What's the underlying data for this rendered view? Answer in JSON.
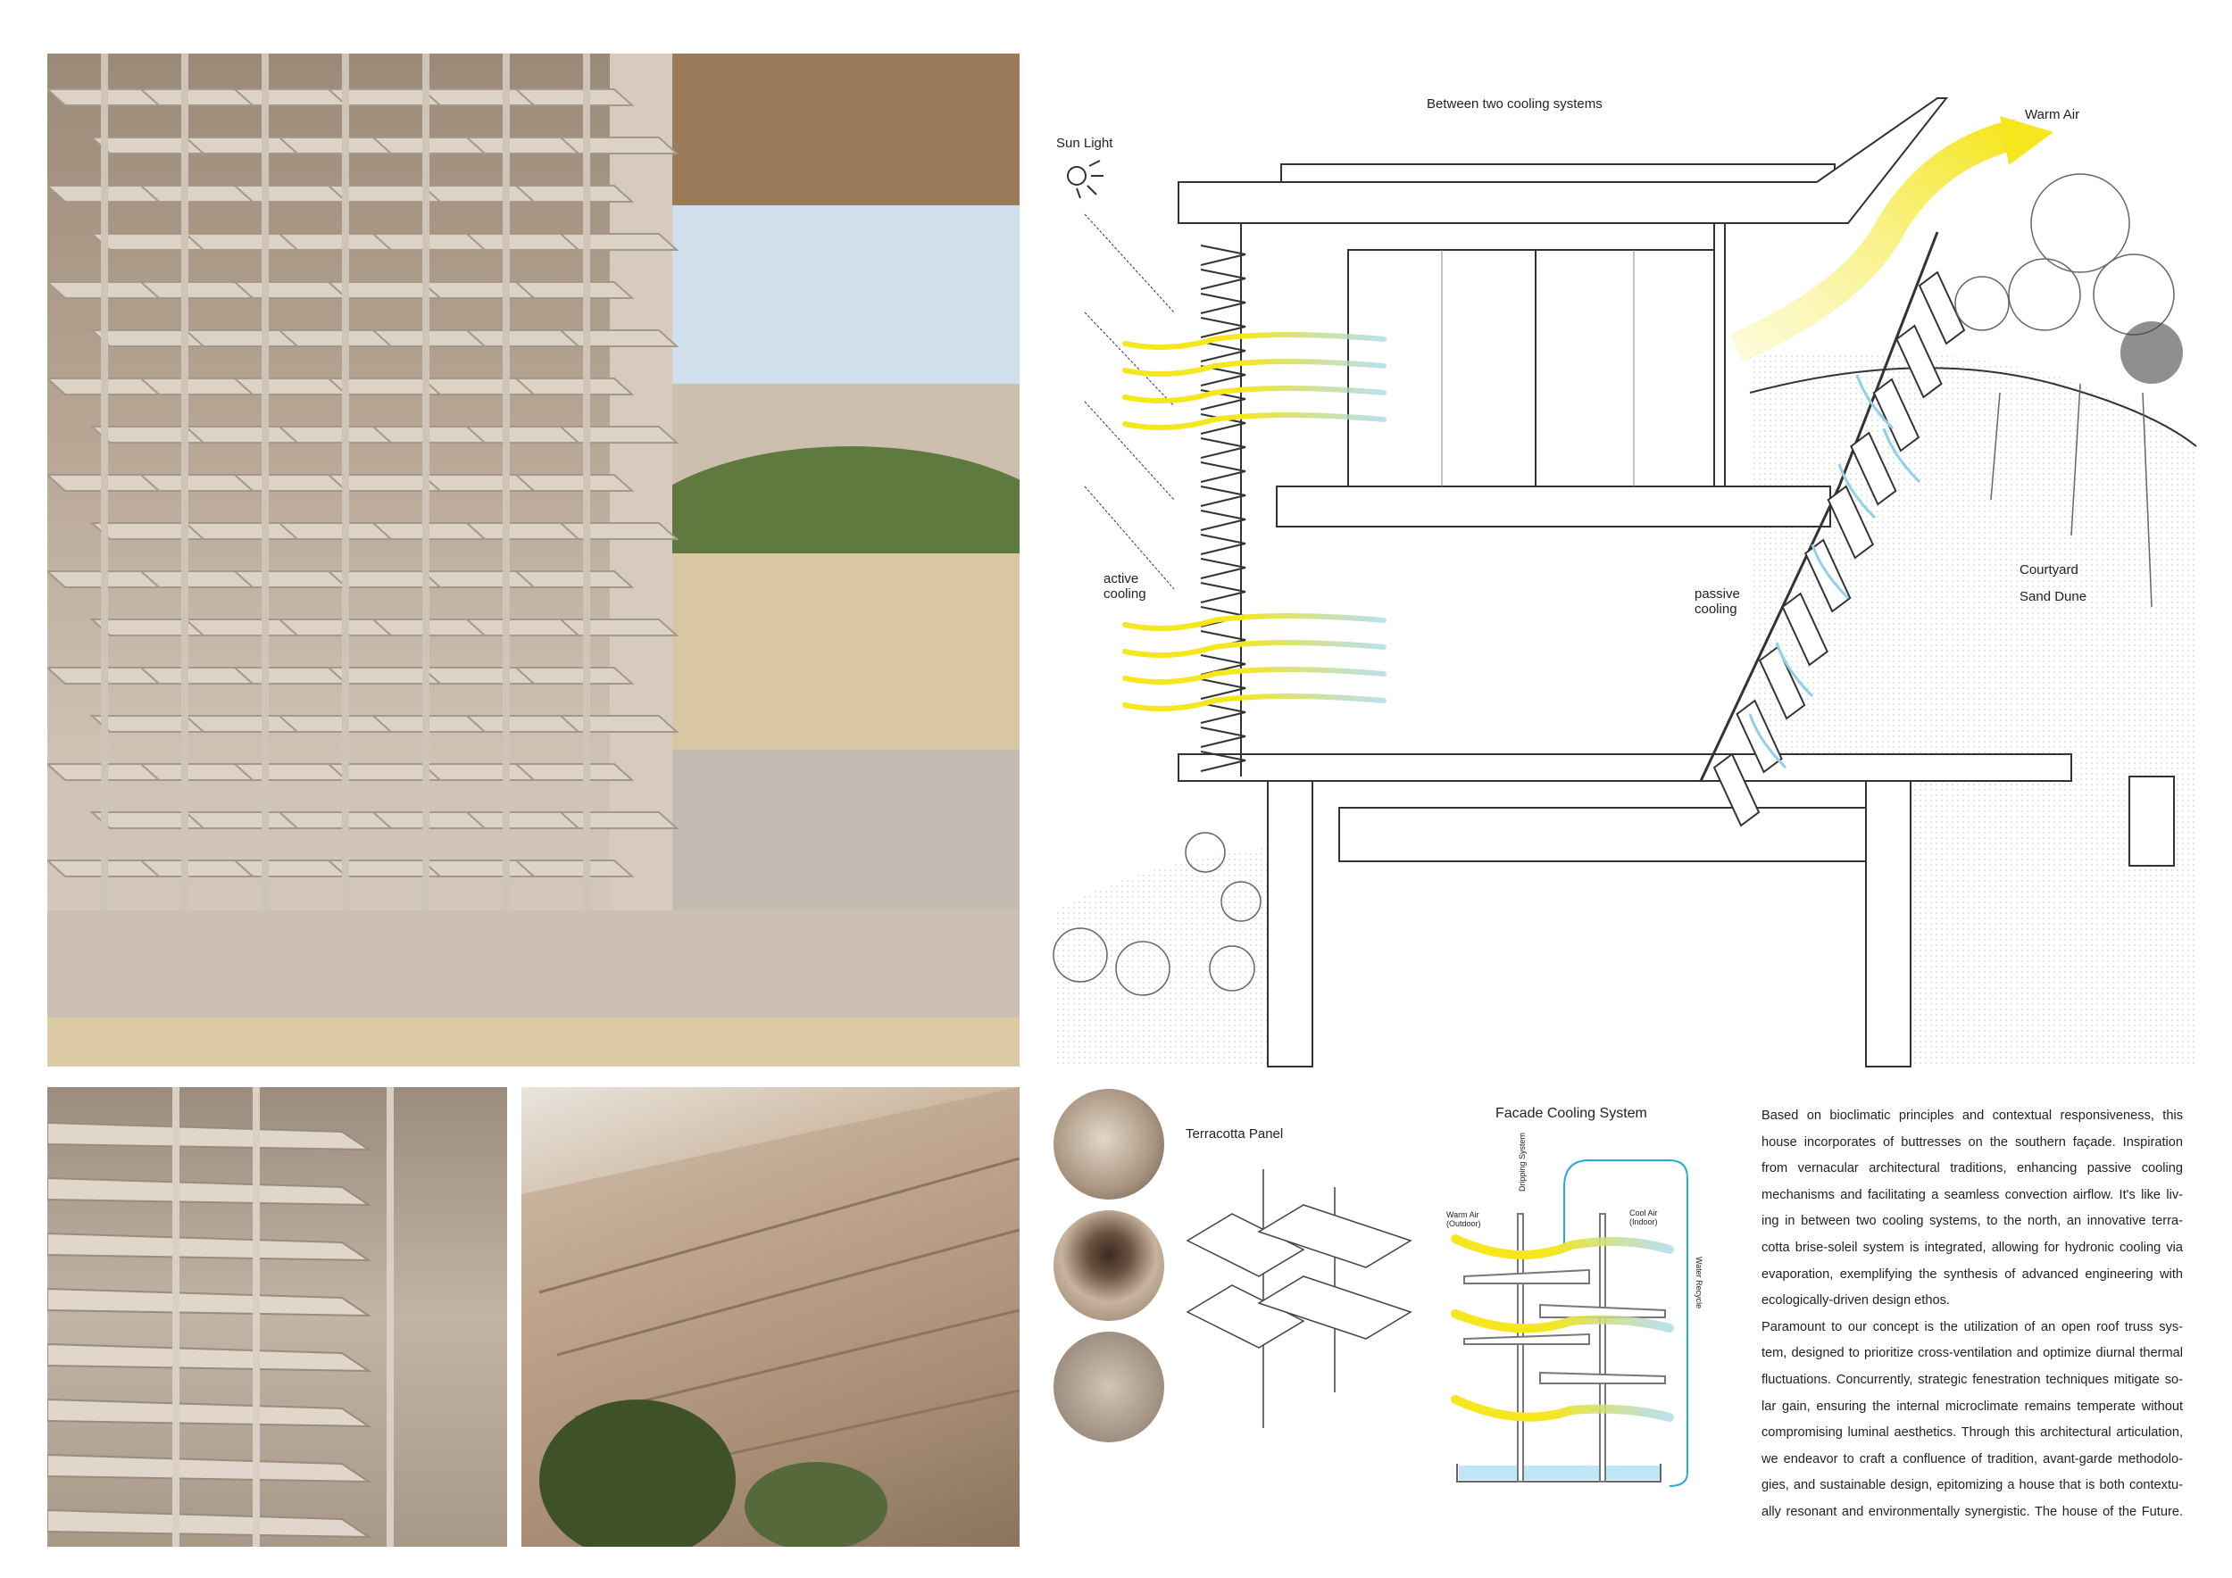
{
  "section": {
    "title": "Between two cooling systems",
    "sun_light": "Sun Light",
    "warm_air": "Warm Air",
    "active_cooling": [
      "active",
      "cooling"
    ],
    "passive_cooling": [
      "passive",
      "cooling"
    ],
    "courtyard": "Courtyard",
    "sand_dune": "Sand Dune"
  },
  "materials": {
    "label": "Terracotta Panel"
  },
  "facade_diagram": {
    "title": "Facade Cooling System",
    "warm_air": [
      "Warm Air",
      "(Outdoor)"
    ],
    "cool_air": [
      "Cool Air",
      "(Indoor)"
    ],
    "dripping_system": "Dripping System",
    "water_recycle": "Water Recycle"
  },
  "description": {
    "paragraph1": [
      "Based on bioclimatic principles and contextual responsiveness, this",
      "house incorporates of buttresses on the southern façade. Inspiration",
      "from vernacular architectural traditions, enhancing passive cooling",
      "mechanisms and facilitating a seamless convection airflow. It's like liv-",
      "ing in between two cooling systems, to the north, an innovative terra-",
      "cotta brise-soleil system is integrated, allowing for hydronic cooling via",
      "evaporation, exemplifying the synthesis of advanced engineering with",
      "ecologically-driven design ethos."
    ],
    "paragraph2": [
      "Paramount to our concept is the utilization of an open roof truss sys-",
      "tem, designed to prioritize cross-ventilation and optimize diurnal thermal",
      "fluctuations. Concurrently, strategic fenestration techniques mitigate so-",
      "lar gain, ensuring the internal microclimate remains temperate without",
      "compromising luminal aesthetics. Through this architectural articulation,",
      "we endeavor to craft a confluence of tradition, avant-garde methodolo-",
      "gies, and sustainable design, epitomizing a house that is both contextu-",
      "ally resonant and environmentally synergistic. The house of the Future."
    ]
  },
  "colors": {
    "warm_air": "#f5e61e",
    "cool_air": "#9fd4e4",
    "water": "#29a8e0",
    "line": "#333333"
  }
}
